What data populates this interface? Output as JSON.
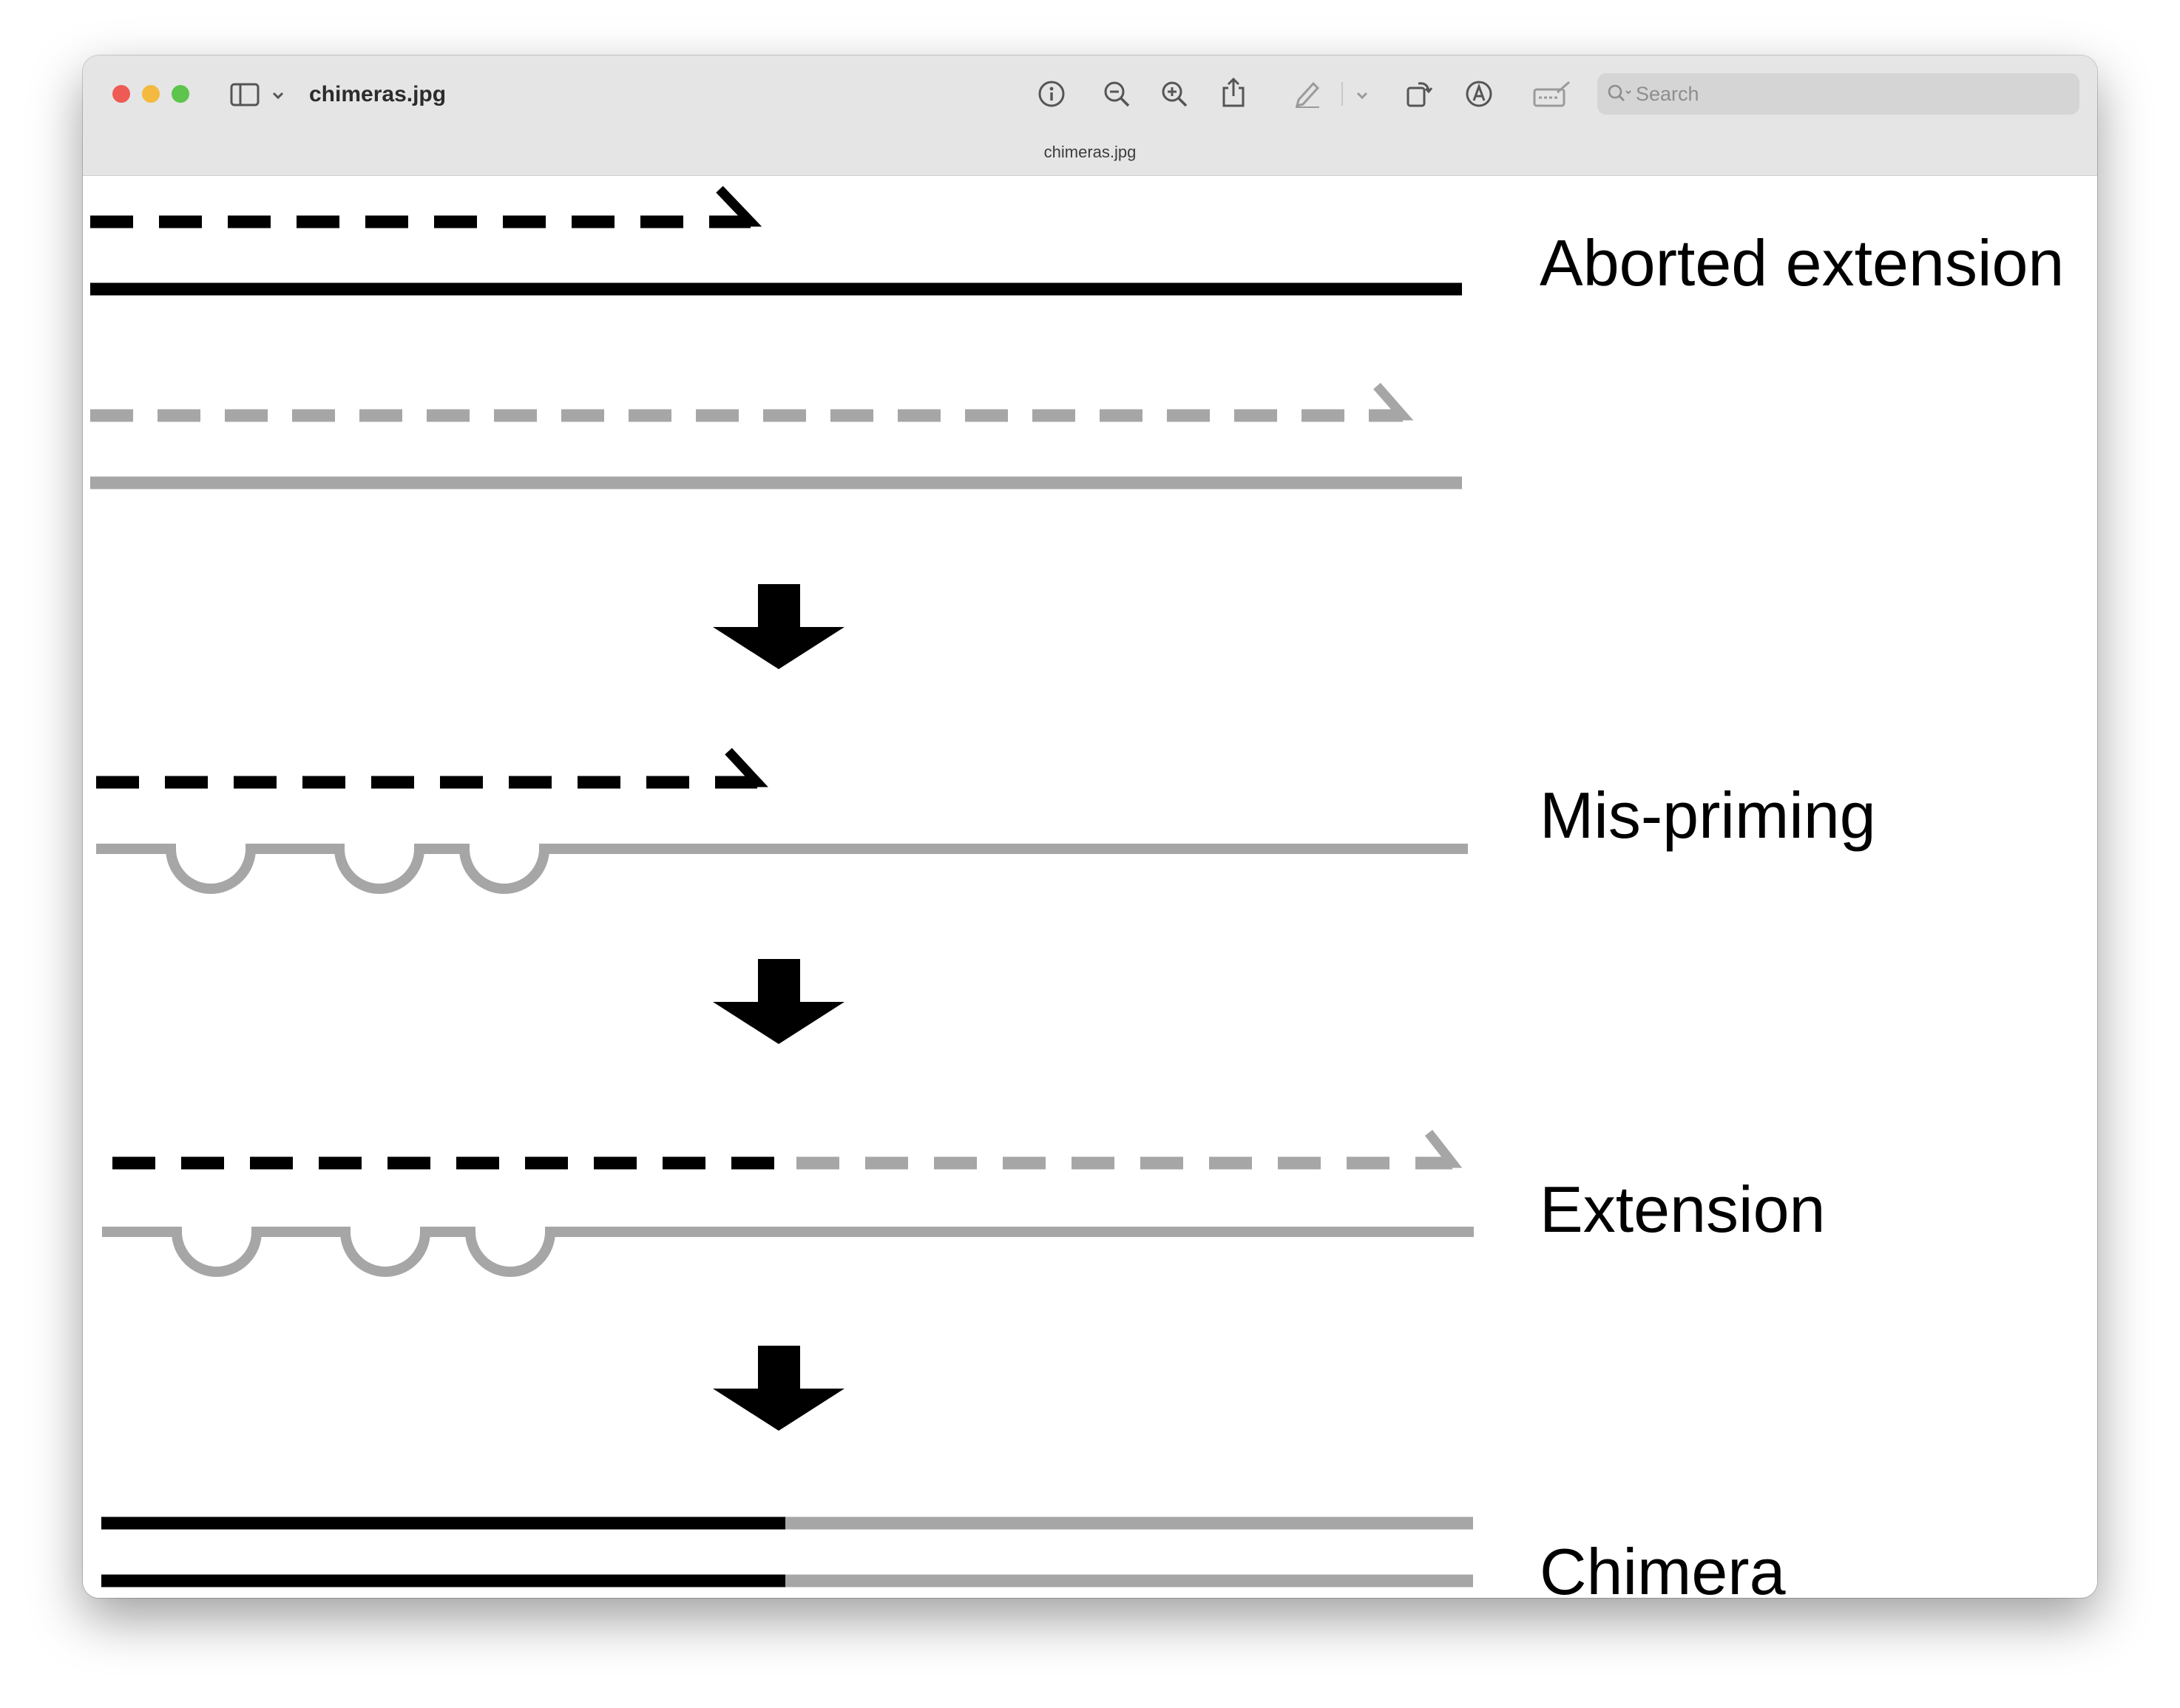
{
  "window": {
    "title": "chimeras.jpg",
    "subtitle": "chimeras.jpg"
  },
  "toolbar": {
    "search_placeholder": "Search",
    "icons": [
      "sidebar-icon",
      "chevron-down-icon",
      "info-icon",
      "zoom-out-icon",
      "zoom-in-icon",
      "share-icon",
      "highlight-pen-icon",
      "chevron-down-icon",
      "rotate-icon",
      "markup-icon",
      "signature-icon",
      "search-icon"
    ]
  },
  "colors": {
    "primary_strand": "#000000",
    "secondary_strand": "#a6a6a6",
    "close": "#ee5b55",
    "minimize": "#f4b93f",
    "zoom": "#5ec44c",
    "titlebar": "#e5e5e5"
  },
  "diagram": {
    "stages": [
      {
        "label": "Aborted extension"
      },
      {
        "label": "Mis-priming"
      },
      {
        "label": "Extension"
      },
      {
        "label": "Chimera"
      }
    ]
  }
}
